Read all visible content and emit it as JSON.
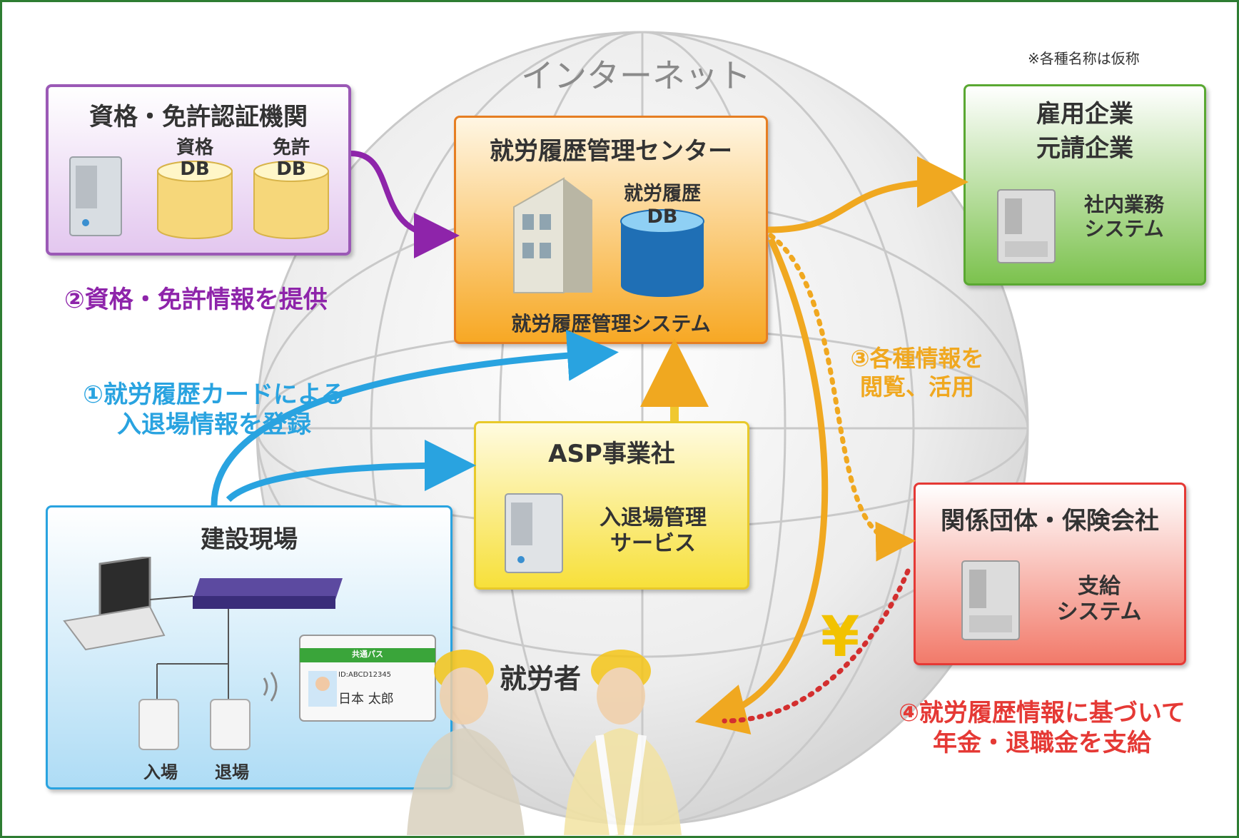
{
  "note": "※各種名称は仮称",
  "internet_label": "インターネット",
  "cert_org": {
    "title": "資格・免許認証機関",
    "db1": [
      "資格",
      "DB"
    ],
    "db2": [
      "免許",
      "DB"
    ],
    "step_label": "②資格・免許情報を提供"
  },
  "center": {
    "title": "就労履歴管理センター",
    "db": [
      "就労履歴",
      "DB"
    ],
    "system": "就労履歴管理システム"
  },
  "employer": {
    "title": [
      "雇用企業",
      "元請企業"
    ],
    "system": [
      "社内業務",
      "システム"
    ]
  },
  "asp": {
    "title": "ASP事業社",
    "service": [
      "入退場管理",
      "サービス"
    ]
  },
  "site": {
    "title": "建設現場",
    "entry": "入場",
    "exit": "退場",
    "card": {
      "header": "共通パス",
      "id": "ID:ABCD12345",
      "name": "日本 太郎"
    }
  },
  "insurer": {
    "title": "関係団体・保険会社",
    "system": [
      "支給",
      "システム"
    ]
  },
  "workers_label": "就労者",
  "yen": "¥",
  "step1": [
    "①就労履歴カードによる",
    "入退場情報を登録"
  ],
  "step3": [
    "③各種情報を",
    "閲覧、活用"
  ],
  "step4": [
    "④就労履歴情報に基づいて",
    "年金・退職金を支給"
  ],
  "colors": {
    "purple": "#8e24aa",
    "orange": "#f39c12",
    "green": "#6ab43e",
    "blue": "#29a3e0",
    "yellow": "#f7e34a",
    "red": "#e53935",
    "frame": "#2e7d32"
  }
}
